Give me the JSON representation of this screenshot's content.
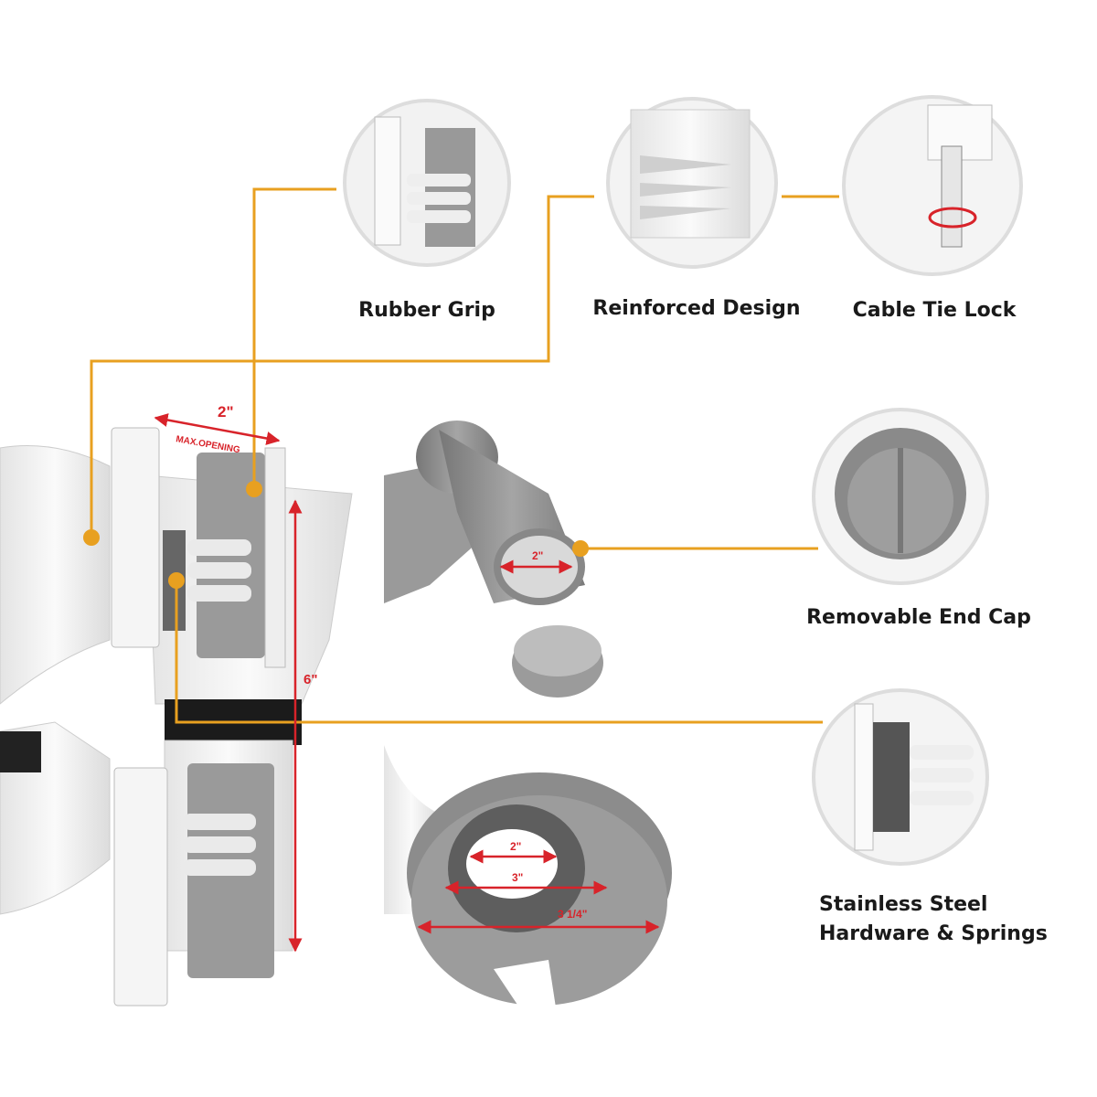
{
  "colors": {
    "connector": "#e8a020",
    "dimension": "#d8232a",
    "product_white": "#f2f2f2",
    "product_gray": "#8d8d8d"
  },
  "features": {
    "rubber_grip": "Rubber Grip",
    "reinforced_design": "Reinforced Design",
    "cable_tie_lock": "Cable Tie Lock",
    "removable_end_cap": "Removable End Cap",
    "stainless_line1": "Stainless Steel",
    "stainless_line2": "Hardware & Springs"
  },
  "dimensions": {
    "max_opening_value": "2\"",
    "max_opening_label": "MAX.OPENING",
    "height": "6\"",
    "end_cap_diameter": "2\"",
    "inner_diameter": "2\"",
    "middle_diameter": "3\"",
    "outer_diameter": "3 1/4\""
  }
}
